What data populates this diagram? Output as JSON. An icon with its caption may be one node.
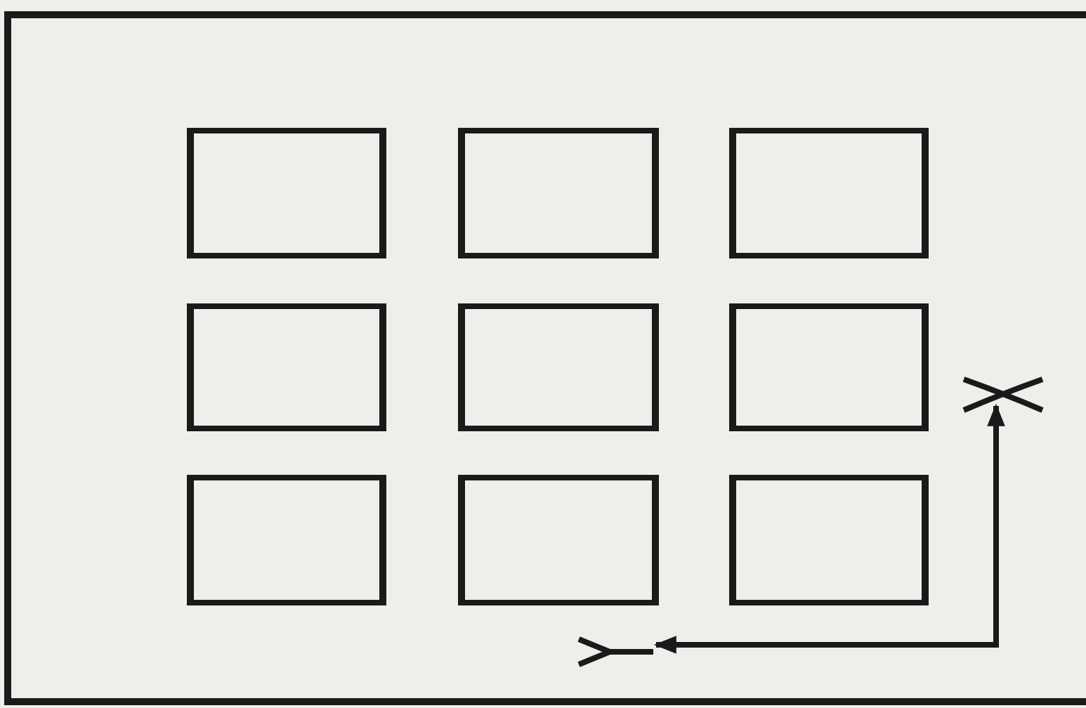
{
  "diagram": {
    "nodes": [
      {
        "text": [],
        "shape": "box"
      },
      {
        "text": [],
        "shape": "box",
        "in": 0
      },
      {
        "text": [],
        "shape": "box",
        "in": 0
      },
      {
        "text": [],
        "shape": "box",
        "in": 0
      },
      {
        "text": [],
        "shape": "box",
        "in": 0
      },
      {
        "text": [],
        "shape": "box",
        "in": 0
      },
      {
        "text": [],
        "shape": "box",
        "in": 0
      },
      {
        "text": [],
        "shape": "box",
        "in": 0
      },
      {
        "text": [],
        "shape": "box",
        "in": 0
      },
      {
        "text": [],
        "shape": "box",
        "in": 0
      },
      {
        "text": [],
        "shape": "cross",
        "in": 0
      },
      {
        "text": [],
        "shape": "fork",
        "in": 0
      }
    ],
    "edges": [
      {
        "from": 11,
        "to": 10,
        "arrow": "both"
      }
    ]
  }
}
